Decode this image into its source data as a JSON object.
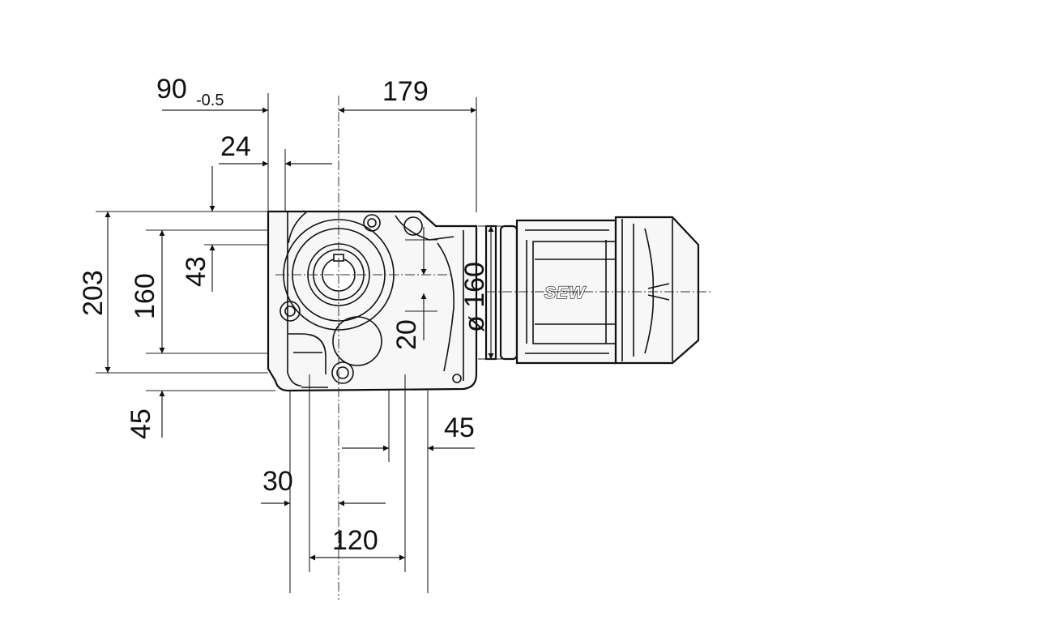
{
  "dimensions": {
    "flange_offset": "90",
    "flange_tolerance": "-0.5",
    "motor_length": "179",
    "shaft_offset": "24",
    "total_height": "203",
    "mount_height": "160",
    "center_offset": "43",
    "bottom_offset": "45",
    "motor_diameter": "ø 160",
    "center_gap": "20",
    "right_offset": "45",
    "left_offset": "30",
    "hole_spacing": "120"
  },
  "logo": "SEW"
}
